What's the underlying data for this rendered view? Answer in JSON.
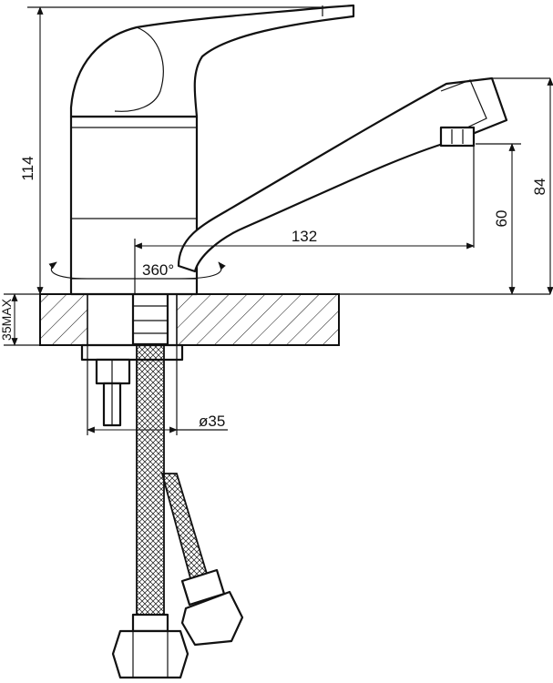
{
  "dimensions": {
    "height_total": "114",
    "spout_height": "84",
    "outlet_height": "60",
    "spout_reach": "132",
    "rotation": "360°",
    "base_diameter": "ø35",
    "max_counter_thickness": "35MAX"
  },
  "colors": {
    "line": "#111111",
    "background": "#ffffff"
  }
}
